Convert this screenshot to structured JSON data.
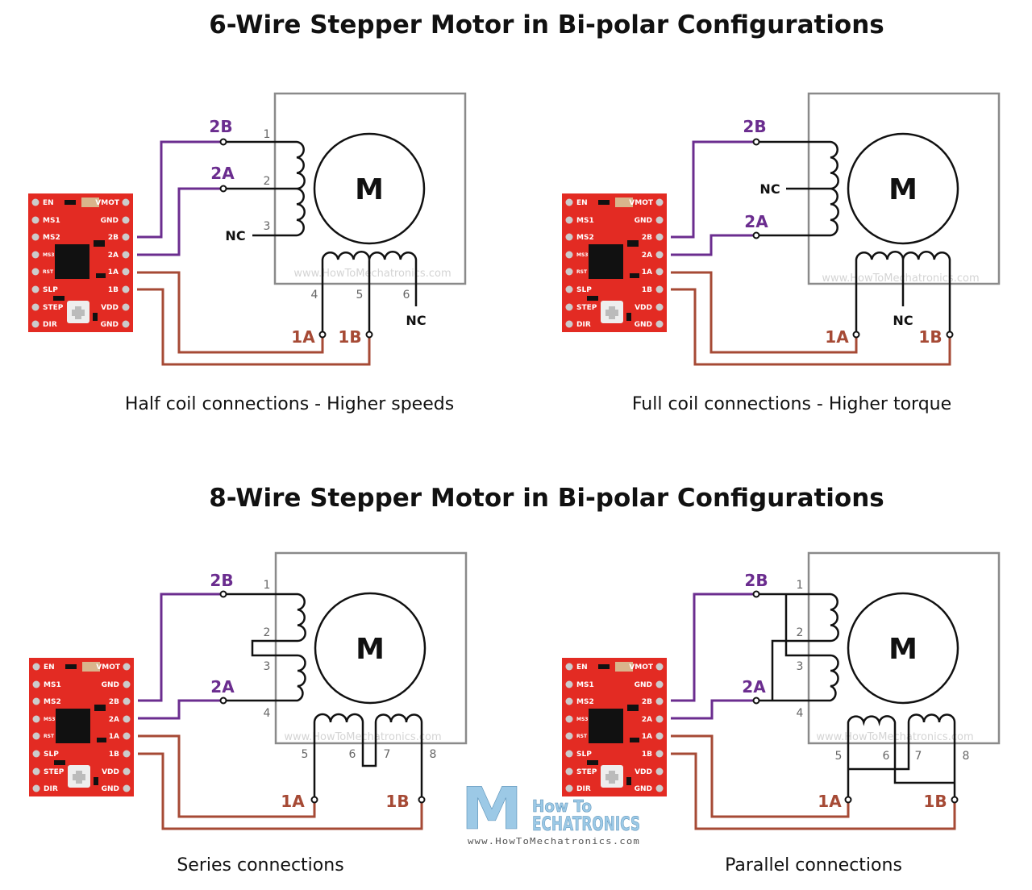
{
  "titles": {
    "six_wire": "6-Wire Stepper Motor in Bi-polar Configurations",
    "eight_wire": "8-Wire Stepper Motor in Bi-polar Configurations"
  },
  "captions": {
    "half_coil": "Half coil connections - Higher speeds",
    "full_coil": "Full coil connections - Higher torque",
    "series": "Series connections",
    "parallel": "Parallel connections"
  },
  "motor_label": "M",
  "watermark": "www.HowToMechatronics.com",
  "terminals": {
    "a1": "1A",
    "b1": "1B",
    "a2": "2A",
    "b2": "2B",
    "nc": "NC"
  },
  "pins": {
    "p1": "1",
    "p2": "2",
    "p3": "3",
    "p4": "4",
    "p5": "5",
    "p6": "6",
    "p7": "7",
    "p8": "8"
  },
  "driver_board": {
    "left_pins": [
      "EN",
      "MS1",
      "MS2",
      "MS3",
      "RST",
      "SLP",
      "STEP",
      "DIR"
    ],
    "right_pins": [
      "VMOT",
      "GND",
      "2B",
      "2A",
      "1A",
      "1B",
      "VDD",
      "GND"
    ],
    "color": "#e32b23"
  },
  "logo": {
    "line1": "How To",
    "line2": "ECHATRONICS",
    "letter": "M",
    "url": "www.HowToMechatronics.com"
  },
  "colors": {
    "coil_b_wire": "#6b2d8f",
    "coil_a_wire": "#a64a35",
    "motor_frame": "#8a8a8a"
  }
}
